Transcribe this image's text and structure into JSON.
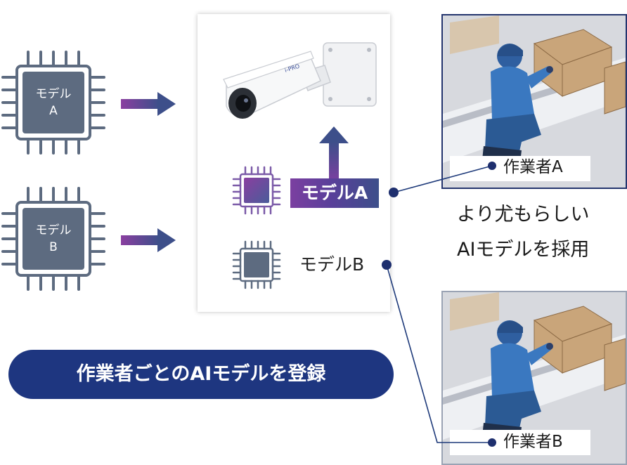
{
  "chips": [
    {
      "label_line1": "モデル",
      "label_line2": "A"
    },
    {
      "label_line1": "モデル",
      "label_line2": "B"
    }
  ],
  "camera_panel": {
    "model_a_label": "モデルA",
    "model_b_label": "モデルB"
  },
  "workers": [
    {
      "label": "作業者A"
    },
    {
      "label": "作業者B"
    }
  ],
  "caption": {
    "line1": "より尤もらしい",
    "line2": "AIモデルを採用"
  },
  "banner": {
    "text": "作業者ごとのAIモデルを登録"
  },
  "colors": {
    "navy": "#1e3680",
    "chip_gray": "#5d6b80",
    "purple": "#7b3fa0",
    "line": "#1e3a7a"
  }
}
